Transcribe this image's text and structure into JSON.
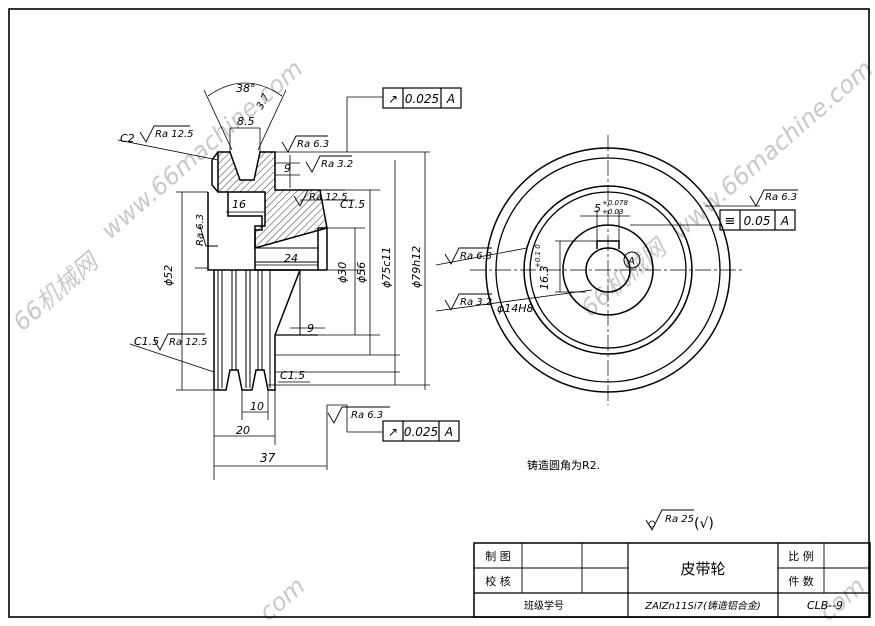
{
  "watermark": {
    "site": "www.66machine.com",
    "brand": "66机械网",
    "short": "com"
  },
  "dimensions": {
    "groove_angle": "38°",
    "groove_depth": "3.7",
    "groove_width": "8.5",
    "rim_thickness": "9",
    "hub_bore_depth": "16",
    "hub_length": "24",
    "web_offset": "9",
    "groove_pitch": "10",
    "groove_span": "20",
    "overall_width": "37",
    "dia_52": "ϕ52",
    "dia_30": "ϕ30",
    "dia_56": "ϕ56",
    "dia_75": "ϕ75c11",
    "dia_79": "ϕ79h12",
    "bore": "ϕ14H8",
    "keyway_depth": "16.3",
    "keyway_depth_tol": "+0.1\n0",
    "keyway_width": "5",
    "keyway_width_tol_hi": "+0.078",
    "keyway_width_tol_lo": "+0.03"
  },
  "chamfers": {
    "c2": "C2",
    "c15_left": "C1.5",
    "c15_web": "C1.5",
    "c15_bottom": "C1.5"
  },
  "roughness": {
    "r125_top": "Ra 12.5",
    "r63_top": "Ra 6.3",
    "r32_rim": "Ra 3.2",
    "r125_web": "Ra 12.5",
    "r63_hub": "Ra 6.3",
    "r125_left": "Ra 12.5",
    "r63_bottom": "Ra 6.3",
    "r63_right_top": "Ra 6.3",
    "r63_circle": "Ra 6.3",
    "r32_circle": "Ra 3.2",
    "general": "Ra 25",
    "general_suffix": "(√)"
  },
  "tolerances": {
    "top": {
      "symbol": "↗",
      "value": "0.025",
      "datum": "A"
    },
    "bottom": {
      "symbol": "↗",
      "value": "0.025",
      "datum": "A"
    },
    "symmetry": {
      "symbol": "≡",
      "value": "0.05",
      "datum": "A"
    },
    "datum_label": "A"
  },
  "note": "铸造圆角为R2.",
  "title_block": {
    "drawn": "制 图",
    "checked": "校 核",
    "name": "皮带轮",
    "scale": "比 例",
    "count": "件 数",
    "student": "班级学号",
    "material": "ZAlZn11Si7(铸造铝合金)",
    "code": "CLB--9"
  }
}
